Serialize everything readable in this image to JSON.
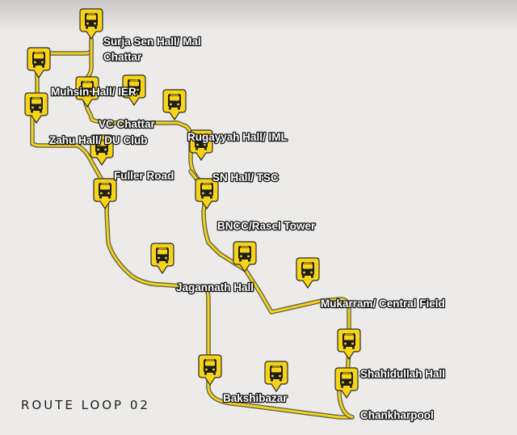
{
  "title": "ROUTE LOOP 02",
  "colors": {
    "background": "#ecebea",
    "route": "#f2d21a",
    "route_outline": "#5b5b4a",
    "marker": "#f7d417",
    "marker_outline": "#2b2b2b",
    "label_text": "#ffffff",
    "label_stroke": "#111111"
  },
  "marker_icon": "bus-icon",
  "stops": [
    {
      "id": "surja-sen-hall-mal-chattar",
      "lines": [
        "Surja Sen Hall/ Mal",
        "Chattar"
      ]
    },
    {
      "id": "muhsin-hall-ier",
      "lines": [
        "Muhsin Hall/ IER"
      ]
    },
    {
      "id": "vc-chattar",
      "lines": [
        "VC Chattar"
      ]
    },
    {
      "id": "zahu-hall-du-club",
      "lines": [
        "Zahu Hall/ DU Club"
      ]
    },
    {
      "id": "rugayyah-hall-iml",
      "lines": [
        "Rugayyah Hall/ IML"
      ]
    },
    {
      "id": "fuller-road",
      "lines": [
        "Fuller Road"
      ]
    },
    {
      "id": "sn-hall-tsc",
      "lines": [
        "SN Hall/ TSC"
      ]
    },
    {
      "id": "bncc-rasel-tower",
      "lines": [
        "BNCC/Rasel Tower"
      ]
    },
    {
      "id": "jagannath-hall",
      "lines": [
        "Jagannath Hall"
      ]
    },
    {
      "id": "mukarram-central-field",
      "lines": [
        "Mukarram/ Central Field"
      ]
    },
    {
      "id": "shahidullah-hall",
      "lines": [
        "Shahidullah Hall"
      ]
    },
    {
      "id": "bakshibazar",
      "lines": [
        "Bakshibazar"
      ]
    },
    {
      "id": "chankharpool",
      "lines": [
        "Chankharpool"
      ]
    }
  ]
}
